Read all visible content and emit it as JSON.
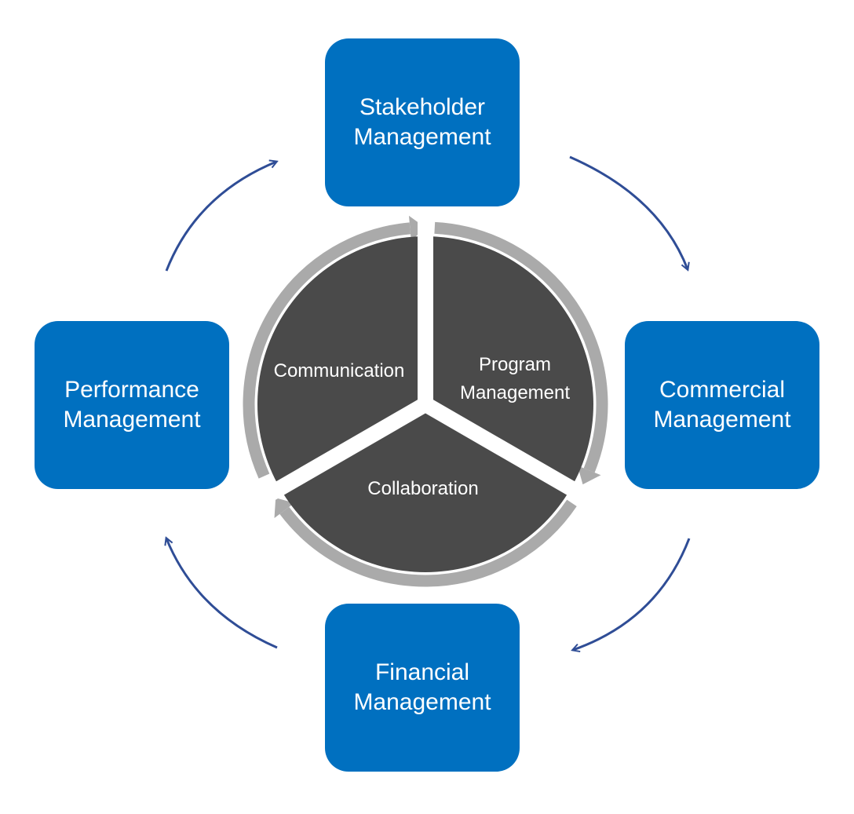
{
  "colors": {
    "box_fill": "#0070c0",
    "arrow": "#2f4d96",
    "segment_fill": "#4a4a4a",
    "ring": "#aaaaaa",
    "label_text": "#ffffff"
  },
  "boxes": {
    "top": {
      "line1": "Stakeholder",
      "line2": "Management"
    },
    "right": {
      "line1": "Commercial",
      "line2": "Management"
    },
    "bottom": {
      "line1": "Financial",
      "line2": "Management"
    },
    "left": {
      "line1": "Performance",
      "line2": "Management"
    }
  },
  "center": {
    "communication": "Communication",
    "program_line1": "Program",
    "program_line2": "Management",
    "collaboration": "Collaboration"
  }
}
